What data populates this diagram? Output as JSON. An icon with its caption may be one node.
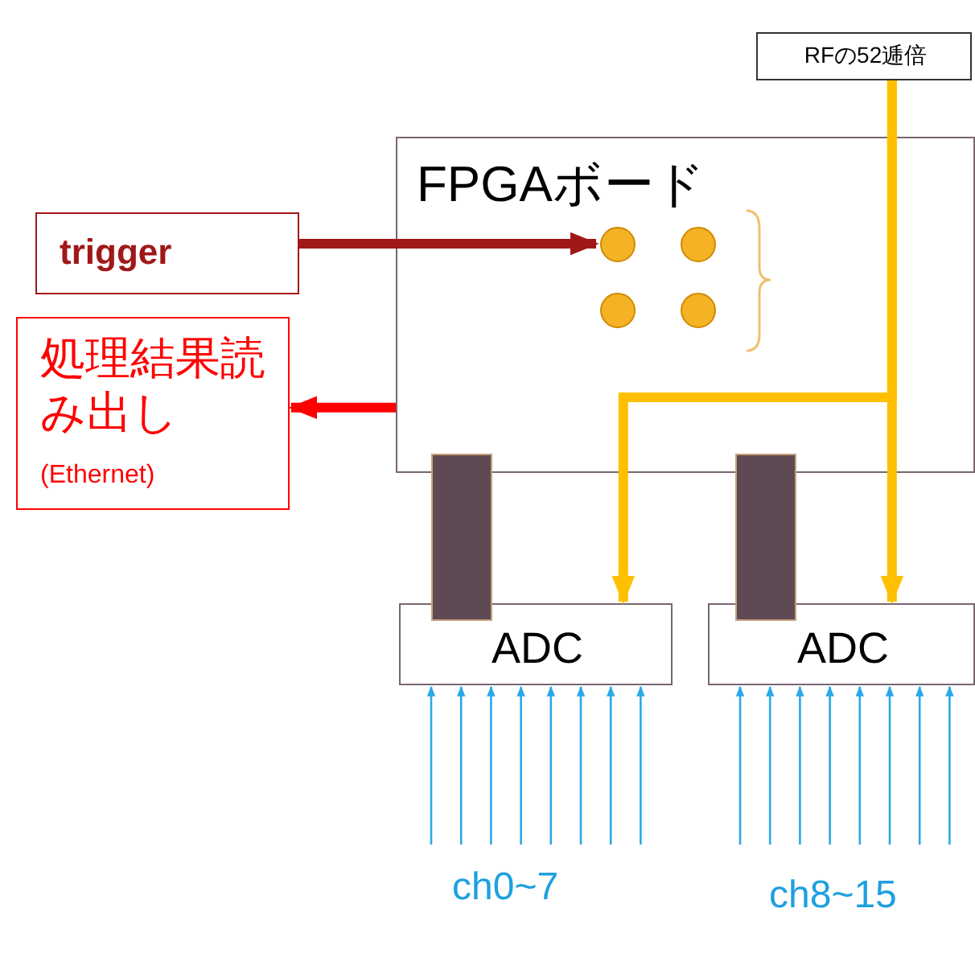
{
  "diagram": {
    "nodes": [
      {
        "text": [
          "RFの52逓倍"
        ]
      },
      {
        "text": [
          "FPGAボード"
        ]
      },
      {
        "text": [],
        "shape": "circle",
        "in": 1
      },
      {
        "text": [],
        "shape": "circle",
        "in": 1
      },
      {
        "text": [],
        "shape": "circle",
        "in": 1
      },
      {
        "text": [],
        "shape": "circle",
        "in": 1
      },
      {
        "text": [
          "trigger"
        ]
      },
      {
        "text": [
          "処理結果読み出し",
          "(Ethernet)"
        ]
      },
      {
        "text": [],
        "shape": "bar"
      },
      {
        "text": [],
        "shape": "bar"
      },
      {
        "text": [
          "ADC"
        ]
      },
      {
        "text": [
          "ADC"
        ]
      }
    ],
    "edges": [
      {
        "from": 6,
        "to": 2,
        "arrow": "to",
        "style": "thick",
        "color": "#a01818"
      },
      {
        "from": 1,
        "to": 7,
        "arrow": "to",
        "style": "thick",
        "color": "#ff0000"
      },
      {
        "from": 0,
        "to": 11,
        "arrow": "to",
        "style": "thick",
        "color": "#ffc000"
      },
      {
        "from": 0,
        "to": 10,
        "arrow": "to",
        "style": "thick",
        "color": "#ffc000"
      },
      {
        "from": null,
        "to": 10,
        "arrow": "to"
      },
      {
        "from": null,
        "to": 10,
        "arrow": "to"
      },
      {
        "from": null,
        "to": 10,
        "arrow": "to"
      },
      {
        "from": null,
        "to": 10,
        "arrow": "to"
      },
      {
        "from": null,
        "to": 10,
        "arrow": "to"
      },
      {
        "from": null,
        "to": 10,
        "arrow": "to"
      },
      {
        "from": null,
        "to": 10,
        "arrow": "to"
      },
      {
        "from": null,
        "to": 10,
        "arrow": "to"
      },
      {
        "from": null,
        "to": 11,
        "arrow": "to"
      },
      {
        "from": null,
        "to": 11,
        "arrow": "to"
      },
      {
        "from": null,
        "to": 11,
        "arrow": "to"
      },
      {
        "from": null,
        "to": 11,
        "arrow": "to"
      },
      {
        "from": null,
        "to": 11,
        "arrow": "to"
      },
      {
        "from": null,
        "to": 11,
        "arrow": "to"
      },
      {
        "from": null,
        "to": 11,
        "arrow": "to"
      },
      {
        "from": null,
        "to": 11,
        "arrow": "to"
      }
    ],
    "labels": [
      "ch0~7",
      "ch8~15"
    ]
  }
}
